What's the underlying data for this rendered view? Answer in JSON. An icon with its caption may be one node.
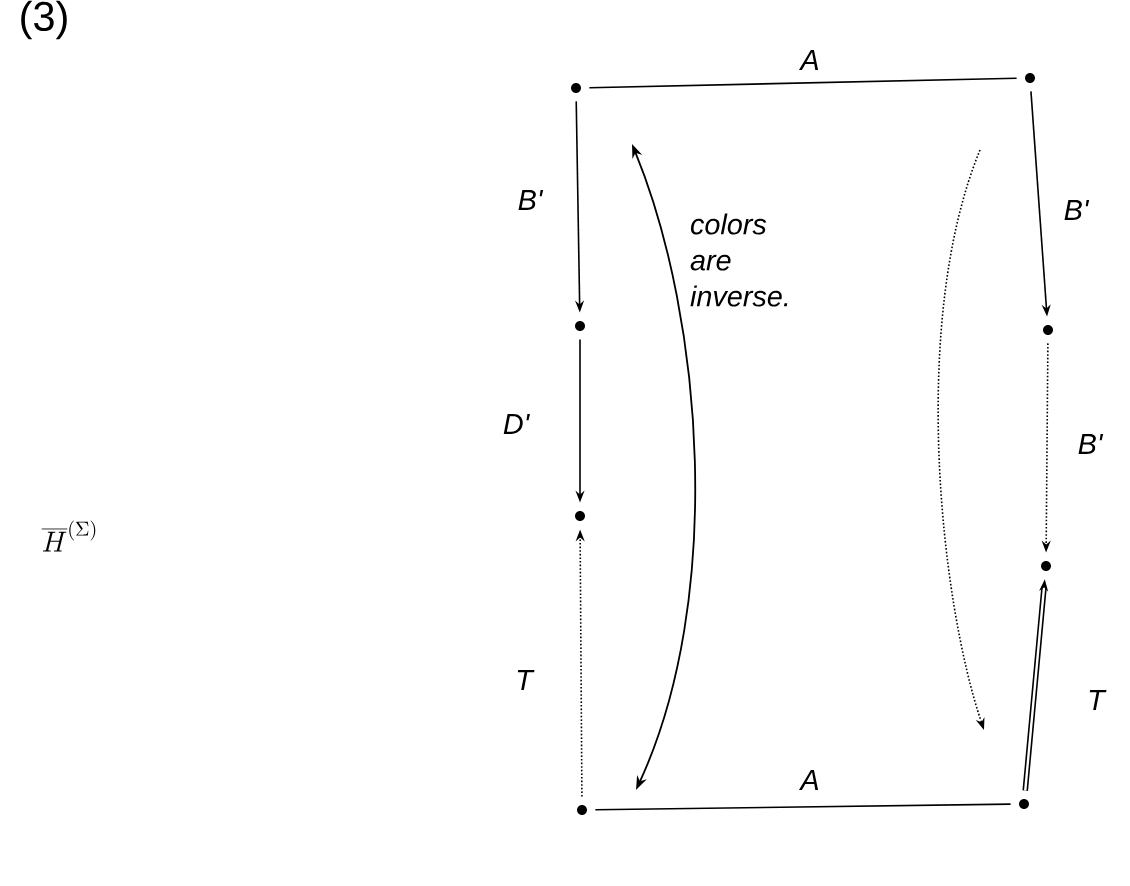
{
  "diagram": {
    "nodes": [
      {
        "text": [],
        "shape": "circle"
      },
      {
        "text": [],
        "shape": "circle"
      },
      {
        "text": [],
        "shape": "circle"
      },
      {
        "text": [],
        "shape": "circle"
      },
      {
        "text": [],
        "shape": "circle"
      },
      {
        "text": [],
        "shape": "circle"
      },
      {
        "text": [],
        "shape": "circle"
      },
      {
        "text": [],
        "shape": "circle"
      }
    ],
    "edges": [
      {
        "from": 0,
        "to": 1,
        "arrow": "none",
        "label": "A"
      },
      {
        "from": 0,
        "to": 2,
        "arrow": "to",
        "label": "B'"
      },
      {
        "from": 2,
        "to": 3,
        "arrow": "to",
        "label": "D'"
      },
      {
        "from": 4,
        "to": 3,
        "arrow": "to",
        "label": "T",
        "style": "dashed"
      },
      {
        "from": 1,
        "to": 5,
        "arrow": "to",
        "label": "B'"
      },
      {
        "from": 5,
        "to": 6,
        "arrow": "to",
        "label": "B'",
        "style": "dashed"
      },
      {
        "from": 7,
        "to": 6,
        "arrow": "to",
        "label": "T",
        "style": "thick"
      },
      {
        "from": 4,
        "to": 7,
        "arrow": "none",
        "label": "A"
      }
    ],
    "labels": [
      "(3)",
      "\\overline{H}^{(\\Sigma)}",
      "colors are inverse."
    ]
  }
}
